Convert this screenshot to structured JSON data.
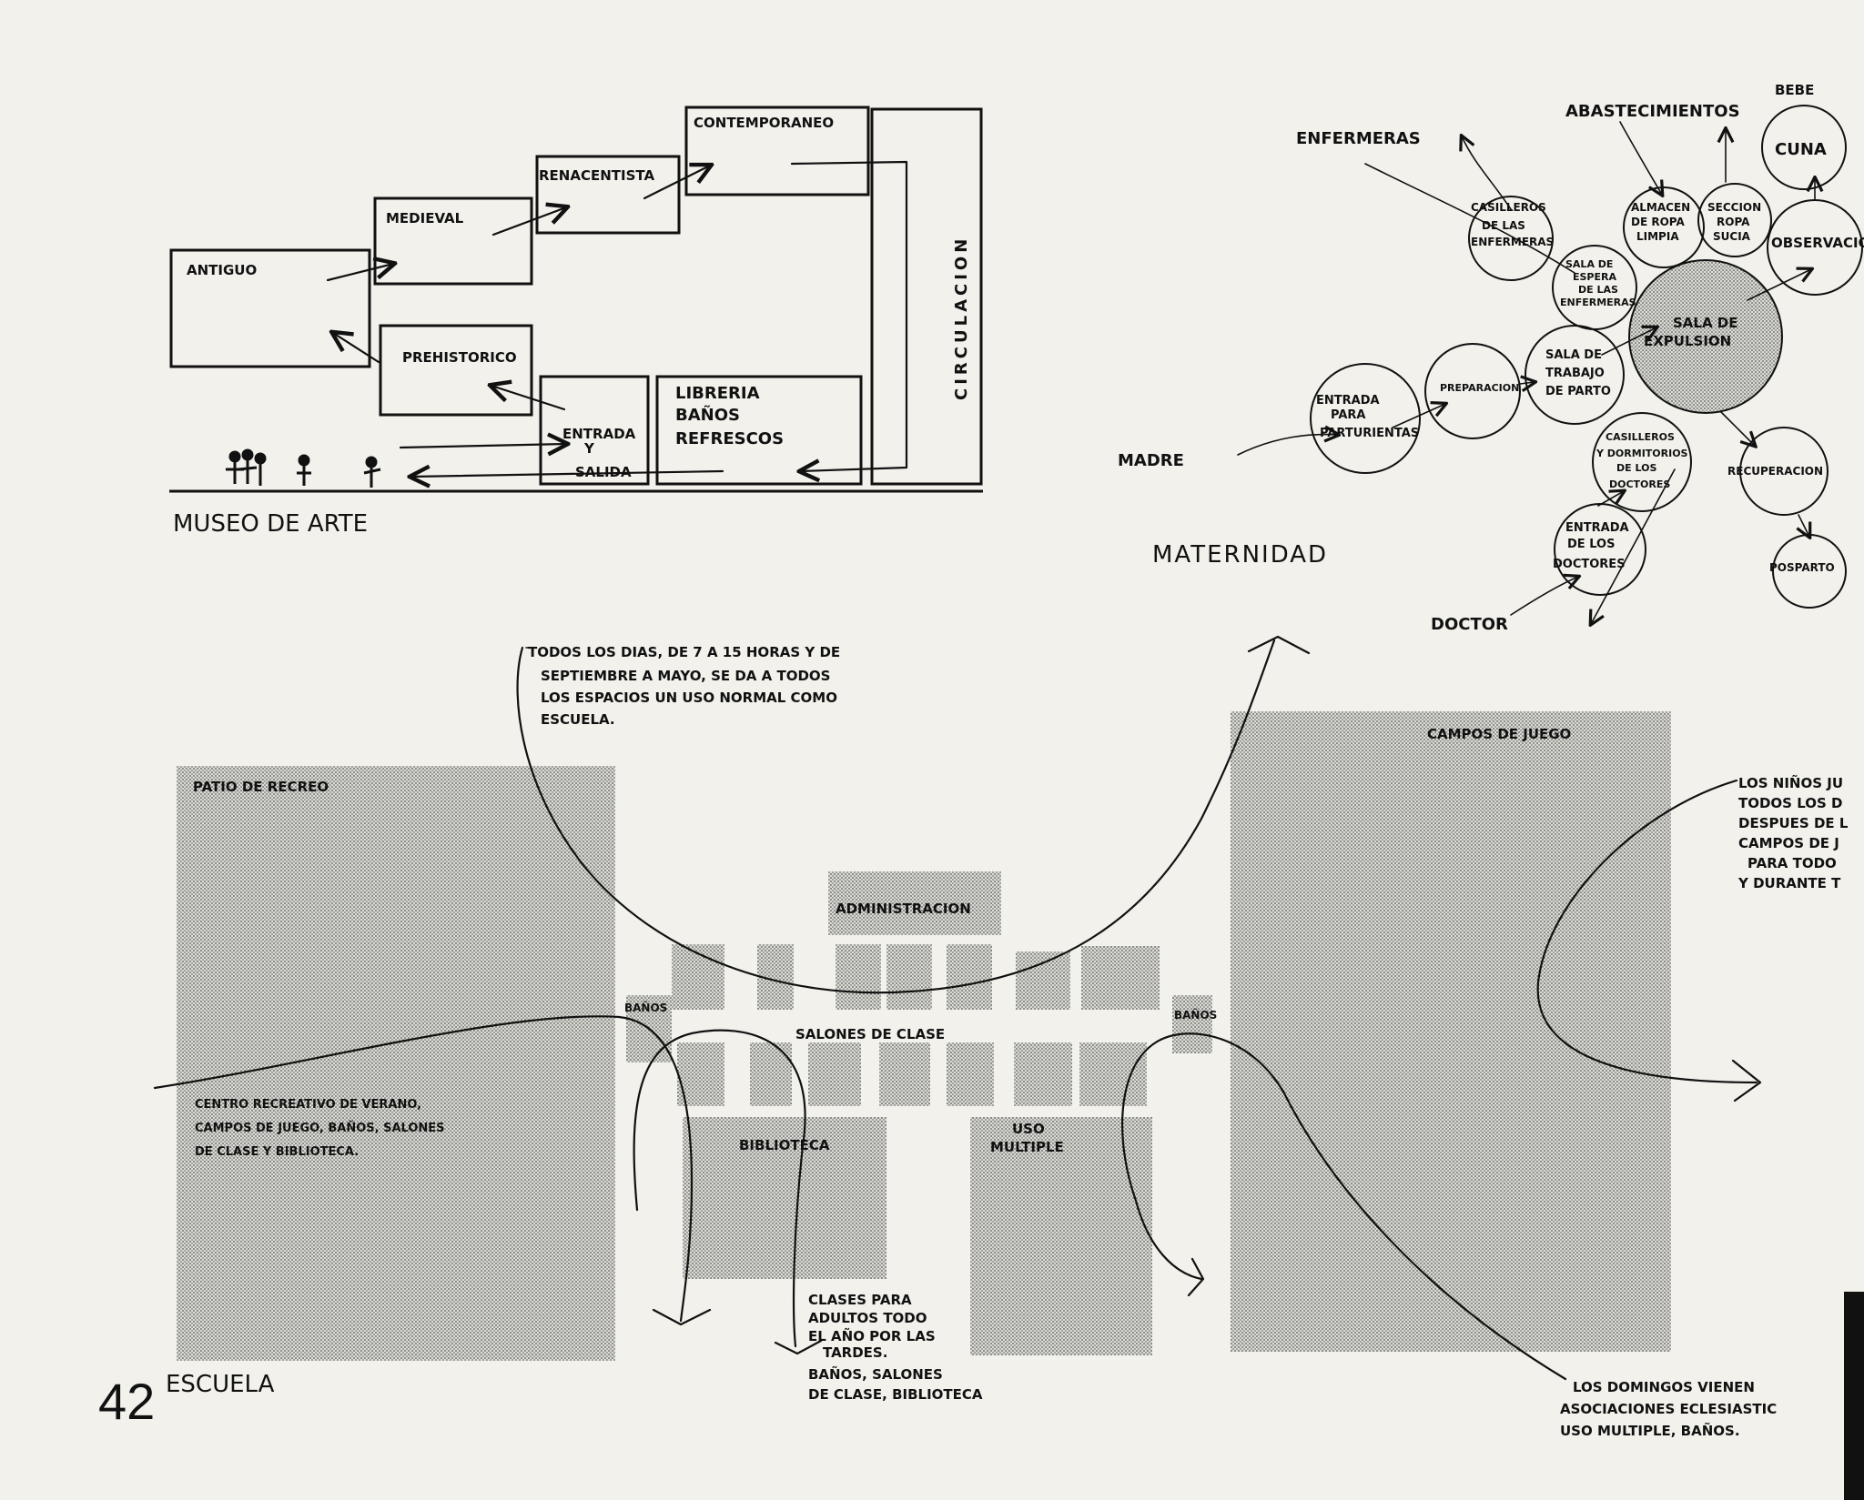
{
  "page_number": "42",
  "museo": {
    "title": "MUSEO DE ARTE",
    "rooms": {
      "contemporaneo": "CONTEMPORANEO",
      "renacentista": "RENACENTISTA",
      "medieval": "MEDIEVAL",
      "antiguo": "ANTIGUO",
      "prehistorico": "PREHISTORICO",
      "entrada_1": "ENTRADA",
      "entrada_2": "Y",
      "salida": "SALIDA",
      "libreria": "LIBRERIA",
      "banos": "BAÑOS",
      "refrescos": "REFRESCOS",
      "circulacion": "CIRCULACION"
    }
  },
  "maternidad": {
    "title": "MATERNIDAD",
    "labels": {
      "enfermeras": "ENFERMERAS",
      "abastecimientos": "ABASTECIMIENTOS",
      "bebe": "BEBE",
      "cuna": "CUNA",
      "observacion": "OBSERVACION",
      "casilleros_enf_1": "CASILLEROS",
      "casilleros_enf_2": "DE LAS",
      "casilleros_enf_3": "ENFERMERAS",
      "almacen_1": "ALMACEN",
      "almacen_2": "DE ROPA",
      "almacen_3": "LIMPIA",
      "seccion_1": "SECCION",
      "seccion_2": "ROPA",
      "seccion_3": "SUCIA",
      "sala_espera_1": "SALA DE",
      "sala_espera_2": "ESPERA",
      "sala_espera_3": "DE LAS",
      "sala_espera_4": "ENFERMERAS",
      "sala_expulsion_1": "SALA DE",
      "sala_expulsion_2": "EXPULSION",
      "sala_trabajo_1": "SALA DE",
      "sala_trabajo_2": "TRABAJO",
      "sala_trabajo_3": "DE PARTO",
      "preparacion": "PREPARACION",
      "entrada_part_1": "ENTRADA",
      "entrada_part_2": "PARA",
      "entrada_part_3": "PARTURIENTAS",
      "madre": "MADRE",
      "casilleros_doc_1": "CASILLEROS",
      "casilleros_doc_2": "Y DORMITORIOS",
      "casilleros_doc_3": "DE LOS",
      "casilleros_doc_4": "DOCTORES",
      "recuperacion": "RECUPERACION",
      "posparto": "POSPARTO",
      "entrada_doc_1": "ENTRADA",
      "entrada_doc_2": "DE LOS",
      "entrada_doc_3": "DOCTORES",
      "doctor": "DOCTOR"
    }
  },
  "escuela": {
    "title": "ESCUELA",
    "note_top": [
      "TODOS LOS DIAS, DE 7 A 15 HORAS Y DE",
      "SEPTIEMBRE A MAYO, SE DA A TODOS",
      "LOS ESPACIOS UN USO NORMAL COMO",
      "ESCUELA."
    ],
    "note_left": [
      "CENTRO RECREATIVO DE VERANO,",
      "CAMPOS DE JUEGO, BAÑOS, SALONES",
      "DE CLASE Y BIBLIOTECA."
    ],
    "note_bottom": [
      "CLASES PARA",
      "ADULTOS TODO",
      "EL AÑO POR LAS",
      "TARDES.",
      "BAÑOS, SALONES",
      "DE CLASE, BIBLIOTECA"
    ],
    "note_right": [
      "LOS NIÑOS JU",
      "TODOS LOS D",
      "DESPUES DE L",
      "CAMPOS DE J",
      "PARA TODO",
      "Y DURANTE T"
    ],
    "note_sunday": [
      "LOS DOMINGOS VIENEN",
      "ASOCIACIONES ECLESIASTIC",
      "USO MULTIPLE, BAÑOS."
    ],
    "areas": {
      "patio": "PATIO DE RECREO",
      "campos": "CAMPOS DE JUEGO",
      "administracion": "ADMINISTRACION",
      "salones": "SALONES DE CLASE",
      "banos_left": "BAÑOS",
      "banos_right": "BAÑOS",
      "biblioteca": "BIBLIOTECA",
      "uso_1": "USO",
      "uso_2": "MULTIPLE"
    }
  }
}
